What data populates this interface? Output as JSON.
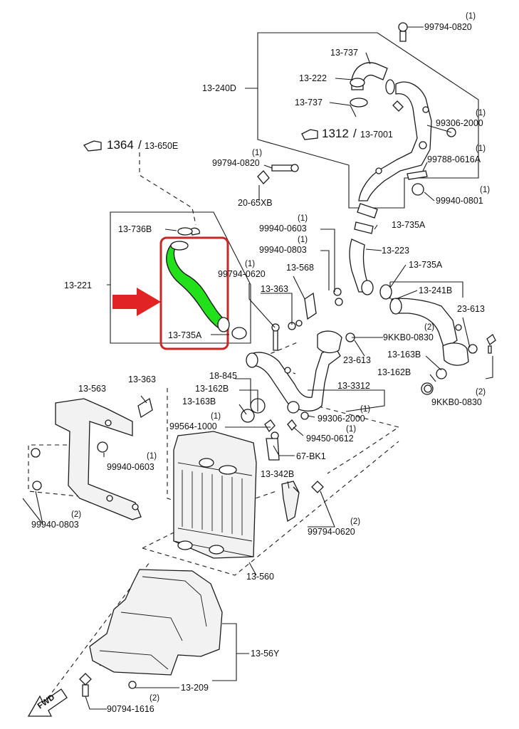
{
  "highlight": {
    "hose_color": "#22e01a",
    "box_color": "#c62828",
    "arrow_color": "#e02424"
  },
  "refs": {
    "ref1": {
      "main": "1364",
      "sub": "13-650E"
    },
    "ref2": {
      "main": "1312",
      "sub": "13-7001"
    }
  },
  "fwd": "FWD",
  "callouts": [
    {
      "code": "99794-0820",
      "qty": "(1)"
    },
    {
      "code": "13-737"
    },
    {
      "code": "13-222"
    },
    {
      "code": "13-240D"
    },
    {
      "code": "13-737"
    },
    {
      "code": "99306-2000",
      "qty": "(1)"
    },
    {
      "code": "99788-0616A",
      "qty": "(1)"
    },
    {
      "code": "99794-0820",
      "qty": "(1)"
    },
    {
      "code": "20-65XB"
    },
    {
      "code": "99940-0801",
      "qty": "(1)"
    },
    {
      "code": "13-736B"
    },
    {
      "code": "99940-0603",
      "qty": "(1)"
    },
    {
      "code": "13-735A"
    },
    {
      "code": "99940-0803",
      "qty": "(1)"
    },
    {
      "code": "13-223"
    },
    {
      "code": "13-221"
    },
    {
      "code": "99794-0620",
      "qty": "(1)"
    },
    {
      "code": "13-568"
    },
    {
      "code": "13-735A"
    },
    {
      "code": "13-363"
    },
    {
      "code": "13-241B"
    },
    {
      "code": "23-613"
    },
    {
      "code": "13-735A"
    },
    {
      "code": "9KKB0-0830",
      "qty": "(2)"
    },
    {
      "code": "23-613"
    },
    {
      "code": "13-163B"
    },
    {
      "code": "18-845"
    },
    {
      "code": "13-162B"
    },
    {
      "code": "13-563"
    },
    {
      "code": "13-363"
    },
    {
      "code": "13-162B"
    },
    {
      "code": "13-3312"
    },
    {
      "code": "13-163B"
    },
    {
      "code": "9KKB0-0830",
      "qty": "(2)"
    },
    {
      "code": "99306-2000",
      "qty": "(1)"
    },
    {
      "code": "99564-1000",
      "qty": "(1)"
    },
    {
      "code": "99450-0612",
      "qty": "(1)"
    },
    {
      "code": "99940-0603",
      "qty": "(1)"
    },
    {
      "code": "67-BK1"
    },
    {
      "code": "13-342B"
    },
    {
      "code": "99940-0803",
      "qty": "(2)"
    },
    {
      "code": "99794-0620",
      "qty": "(2)"
    },
    {
      "code": "13-560"
    },
    {
      "code": "13-56Y"
    },
    {
      "code": "13-209"
    },
    {
      "code": "90794-1616",
      "qty": "(2)"
    }
  ]
}
